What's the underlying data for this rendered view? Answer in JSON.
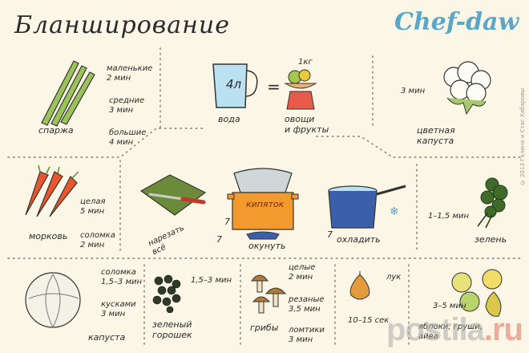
{
  "title": "Бланширование",
  "brand": "Chef-daw",
  "copyright": "© 2013 Галина и Стас Хабаровы",
  "center": {
    "water_volume": "4л",
    "weight": "1кг",
    "water_label": "вода",
    "veg_label": "овощи",
    "veg_label2": "и фрукты",
    "pot_label": "кипяток",
    "cut_label": "нарезать",
    "cut_label2": "всё",
    "dip_label": "окунуть",
    "cool_label": "охладить",
    "step_marks": [
      "7",
      "7",
      "7"
    ]
  },
  "asparagus": {
    "label": "спаржа",
    "small": "маленькие",
    "small_time": "2 мин",
    "medium": "средние",
    "medium_time": "3 мин",
    "large": "большие",
    "large_time": "4 мин"
  },
  "cauliflower": {
    "label": "цветная",
    "label2": "капуста",
    "time": "3 мин"
  },
  "carrot": {
    "label": "морковь",
    "whole": "целая",
    "whole_time": "5 мин",
    "sliced": "соломка",
    "sliced_time": "2 мин"
  },
  "greens": {
    "label": "зелень",
    "time": "1–1,5 мин"
  },
  "cabbage": {
    "label": "капуста",
    "strips": "соломка",
    "strips_time": "1,5–3 мин",
    "chunks": "кусками",
    "chunks_time": "3 мин"
  },
  "peas": {
    "label": "зеленый",
    "label2": "горошек",
    "time": "1,5–3 мин"
  },
  "mushrooms": {
    "label": "грибы",
    "whole": "целые",
    "whole_time": "2 мин",
    "cut": "резаные",
    "cut_time": "3,5 мин",
    "slices": "ломтики",
    "slices_time": "3 мин"
  },
  "onion": {
    "label": "лук",
    "time": "10–15 сек"
  },
  "fruits": {
    "label": "яблоки, груши,",
    "label2": "айва",
    "time": "3–5 мин"
  },
  "watermark": {
    "part1": "postila",
    "part2": ".ru"
  },
  "colors": {
    "background": "#fbf6e6",
    "accent_blue": "#5aa7c9",
    "pot_orange": "#f29a2e",
    "pot_blue": "#3b5fa8",
    "carrot": "#e8572e",
    "board_green": "#6b8a3a"
  }
}
